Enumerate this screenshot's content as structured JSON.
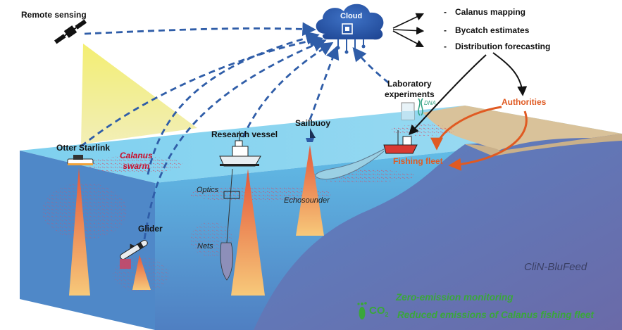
{
  "labels": {
    "remote_sensing": "Remote sensing",
    "cloud": "Cloud",
    "outputs": [
      "Calanus mapping",
      "Bycatch estimates",
      "Distribution forecasting"
    ],
    "bullet_mark": "-",
    "laboratory_experiments": "Laboratory\nexperiments",
    "dna": "DNA",
    "authorities": "Authorities",
    "otter_starlink": "Otter Starlink",
    "research_vessel": "Research vessel",
    "sailbuoy": "Sailbuoy",
    "calanus_swarm": "Calanus\nswarm",
    "fishing_fleet": "Fishing fleet",
    "optics": "Optics",
    "echosounder": "Echosounder",
    "glider": "Glider",
    "nets": "Nets",
    "project": "CliN-BluFeed",
    "co2": "CO",
    "co2_sub": "2",
    "zero_emission": "Zero-emission monitoring",
    "reduced_emissions": "Reduced emissions of Calanus fishing fleet"
  },
  "colors": {
    "water_top": "#6cc5e8",
    "water_front": "#5fb8e4",
    "water_deep": "#5a7fc0",
    "seabed": "#6d6fae",
    "land": "#d9c29a",
    "cloud": "#2d5caa",
    "dash": "#2f5da8",
    "beam": "#f08a4b",
    "sat_beam": "#f1ea72",
    "orange": "#e05a22",
    "green": "#3aa63a"
  }
}
